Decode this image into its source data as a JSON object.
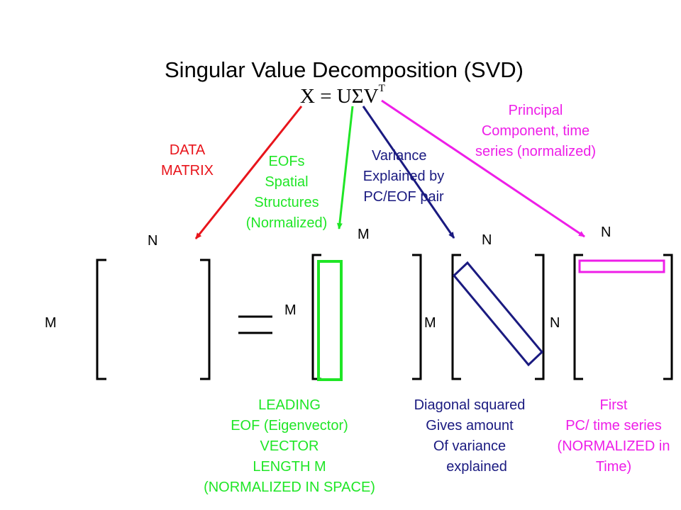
{
  "title": "Singular Value Decomposition (SVD)",
  "equation": {
    "text": "X = UΣV",
    "superscript": "T"
  },
  "labels": {
    "data_matrix": [
      "DATA",
      "MATRIX"
    ],
    "eofs": [
      "EOFs",
      "Spatial",
      "Structures",
      "(Normalized)"
    ],
    "variance": [
      "Variance",
      "Explained by",
      "PC/EOF pair"
    ],
    "principal_component": [
      "Principal",
      "Component, time",
      "series (normalized)"
    ],
    "leading_eof": [
      "LEADING",
      "EOF (Eigenvector)",
      "VECTOR",
      "LENGTH M",
      "(NORMALIZED IN SPACE)"
    ],
    "diagonal": [
      "Diagonal squared",
      "Gives amount",
      "Of variance",
      "explained"
    ],
    "first_pc": [
      "First",
      "PC/ time series",
      "(NORMALIZED in",
      "Time)"
    ]
  },
  "dimensions": {
    "x_cols": "N",
    "x_rows": "M",
    "u_cols": "M",
    "u_rows": "M",
    "sigma_cols": "N",
    "sigma_rows": "M",
    "vt_cols": "N",
    "vt_rows": "N"
  },
  "colors": {
    "data_matrix": "#e8141b",
    "eofs": "#1fe626",
    "variance": "#1a1a80",
    "principal_component": "#ee1ee8",
    "text": "#000000"
  }
}
